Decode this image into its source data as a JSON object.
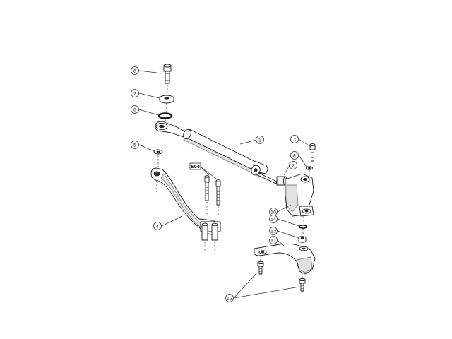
{
  "diagram": {
    "callouts": {
      "c1": "1",
      "c2": "2",
      "c3": "3",
      "c4": "4",
      "c5": "5",
      "c6": "6",
      "c7": "7",
      "c8": "8",
      "c8b": "8",
      "c10": "10",
      "c11": "11",
      "c12": "12",
      "c13": "13",
      "c14": "14"
    },
    "reference_box": "E04"
  }
}
